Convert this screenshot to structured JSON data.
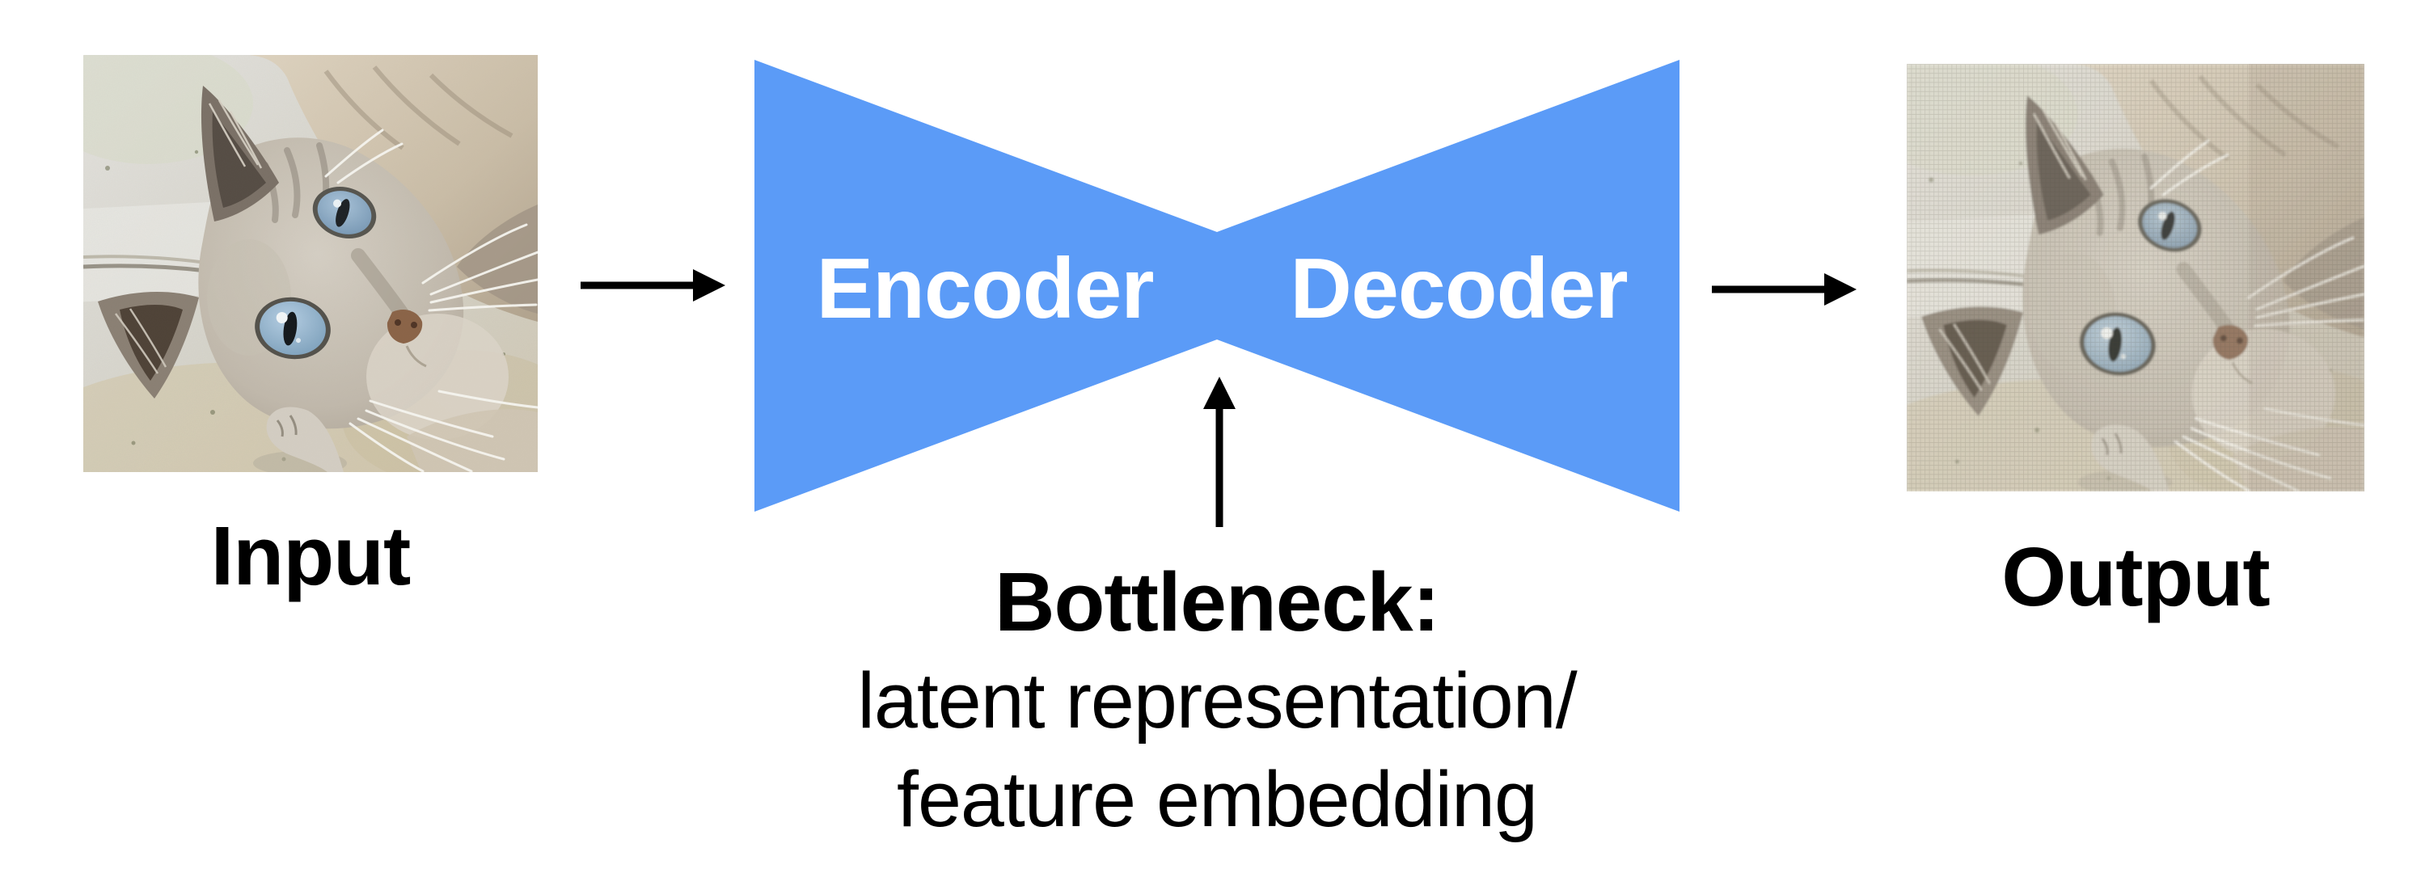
{
  "labels": {
    "input": "Input",
    "output": "Output",
    "encoder": "Encoder",
    "decoder": "Decoder",
    "bottleneck_title": "Bottleneck:",
    "bottleneck_line1": "latent representation/",
    "bottleneck_line2": "feature embedding"
  },
  "images": {
    "input_description": "photo of a gray cat with blue eyes lying on concrete, seen from above",
    "output_description": "reconstructed version of the same cat photo, slightly blurry with grid-like artifacts"
  },
  "icons": {
    "input_arrow": "right-arrow",
    "output_arrow": "right-arrow",
    "bottleneck_arrow": "up-arrow"
  },
  "colors": {
    "funnel_blue": "#5B9BF7",
    "funnel_text": "#FFFFFF",
    "arrow_black": "#000000",
    "label_text": "#000000",
    "background": "#FFFFFF"
  }
}
